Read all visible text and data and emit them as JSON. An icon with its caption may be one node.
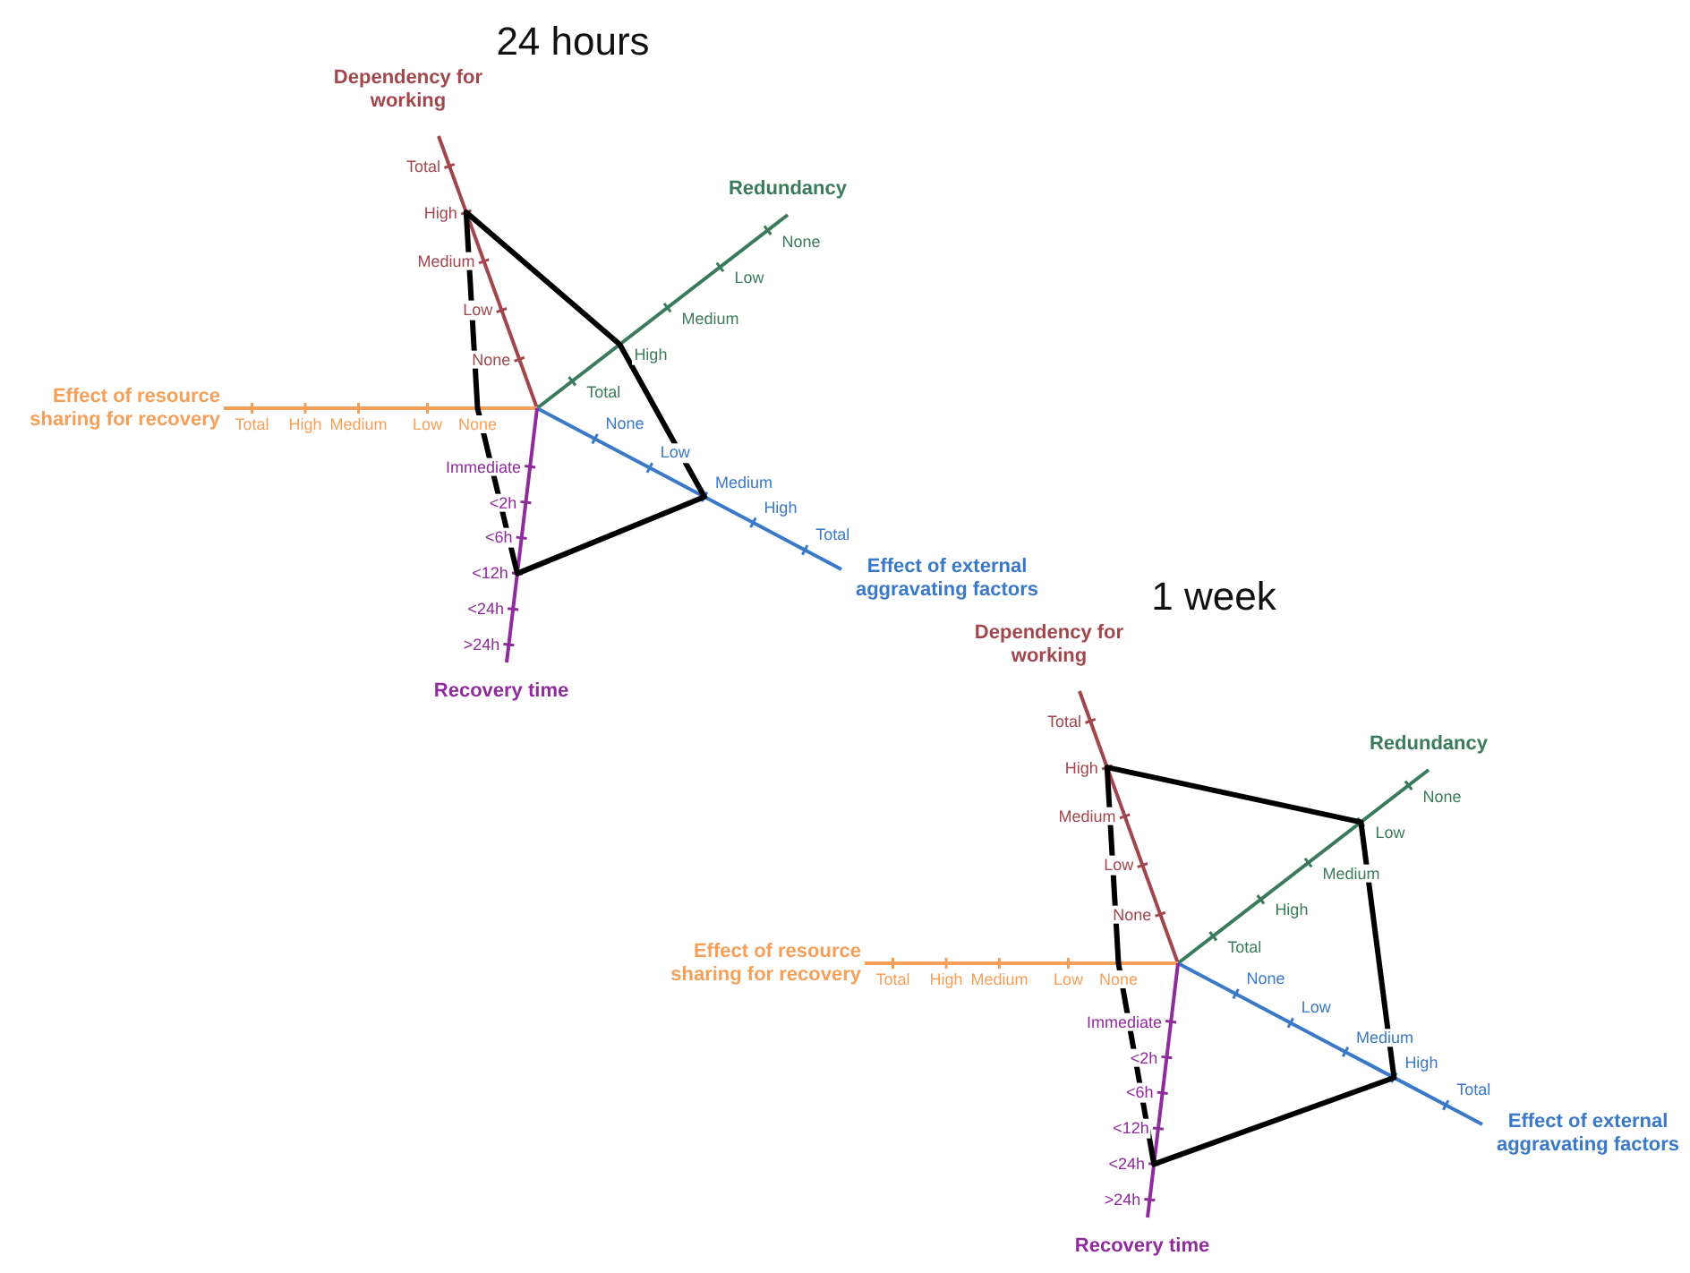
{
  "diagram": {
    "labels": [
      "24 hours",
      "Dependency for working",
      "Total",
      "High",
      "Medium",
      "Low",
      "None",
      "Redundancy",
      "None",
      "Low",
      "Medium",
      "High",
      "Total",
      "Effect of resource sharing for recovery",
      "Total",
      "High",
      "Medium",
      "Low",
      "None",
      "Effect of external aggravating factors",
      "None",
      "Low",
      "Medium",
      "High",
      "Total",
      "Recovery time",
      "Immediate",
      "<2h",
      "<6h",
      "<12h",
      "<24h",
      ">24h",
      "1 week",
      "Dependency for working",
      "Total",
      "High",
      "Medium",
      "Low",
      "None",
      "Redundancy",
      "None",
      "Low",
      "Medium",
      "High",
      "Total",
      "Effect of resource sharing for recovery",
      "Total",
      "High",
      "Medium",
      "Low",
      "None",
      "Effect of external aggravating factors",
      "None",
      "Low",
      "Medium",
      "High",
      "Total",
      "Recovery time",
      "Immediate",
      "<2h",
      "<6h",
      "<12h",
      "<24h",
      ">24h"
    ]
  }
}
